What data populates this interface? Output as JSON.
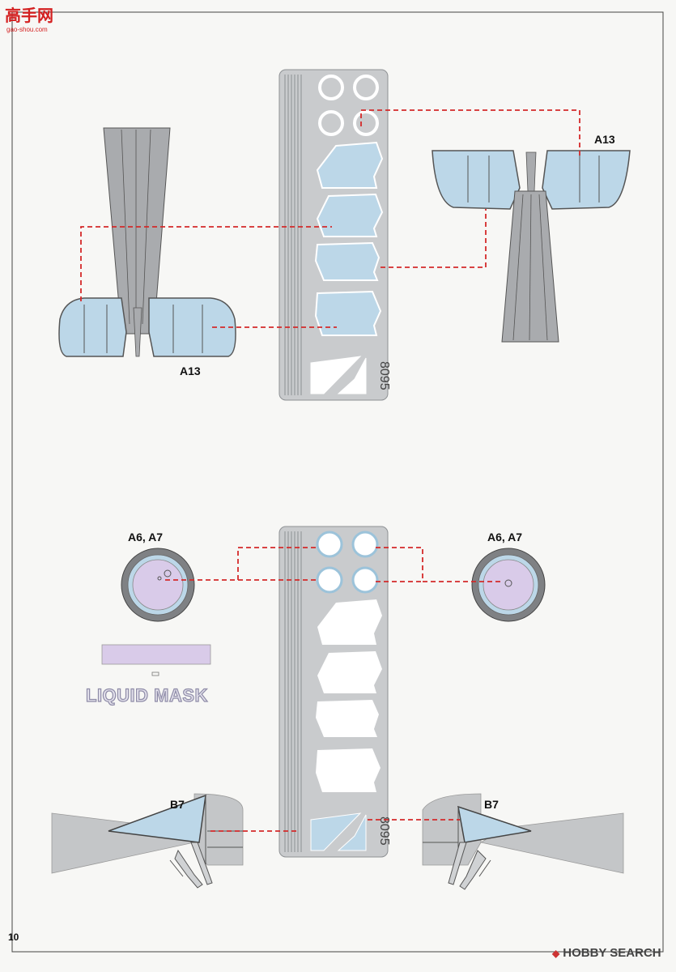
{
  "watermark": {
    "chinese": "高手网",
    "url": "gao-shou.com"
  },
  "labels": {
    "a13_left": "A13",
    "a13_right": "A13",
    "a6a7_left": "A6, A7",
    "a6a7_right": "A6, A7",
    "b7_left": "B7",
    "b7_right": "B7"
  },
  "fret_number": "8095",
  "liquid_mask": "LIQUID MASK",
  "page_number": "10",
  "footer": {
    "brand": "HOBBY SEARCH",
    "icon": "hobby-search-logo-icon"
  },
  "colors": {
    "mask_blue": "#bcd7e8",
    "liquid_mask_purple": "#d9cbe9",
    "fret_grey": "#c9cbcd",
    "part_grey": "#a9abae",
    "dash_red": "#d42a2a"
  }
}
